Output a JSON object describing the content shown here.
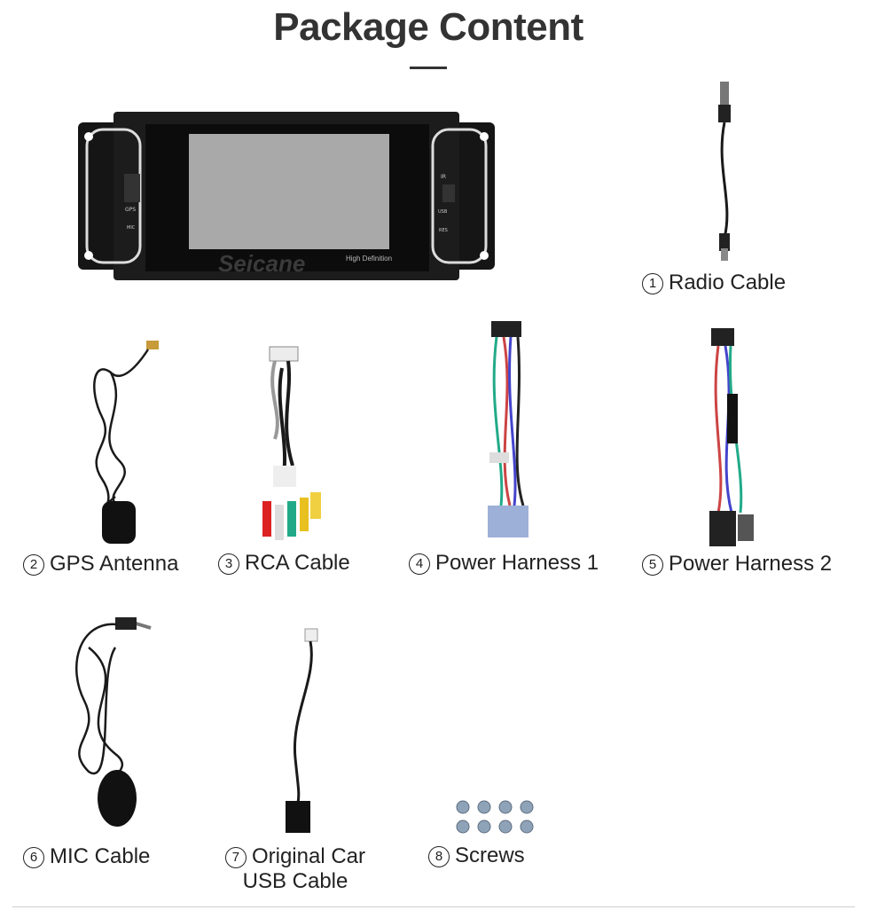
{
  "page": {
    "title": "Package Content"
  },
  "head_unit": {
    "brand": "Seicane",
    "screen_label": "High Definition",
    "buttons": [
      "GPS",
      "MIC",
      "IR",
      "USB",
      "RES"
    ]
  },
  "items": [
    {
      "number": "1",
      "label": "Radio Cable"
    },
    {
      "number": "2",
      "label": "GPS Antenna"
    },
    {
      "number": "3",
      "label": "RCA Cable"
    },
    {
      "number": "4",
      "label": "Power Harness 1"
    },
    {
      "number": "5",
      "label": "Power Harness 2"
    },
    {
      "number": "6",
      "label": "MIC Cable"
    },
    {
      "number": "7",
      "label_line1": "Original Car",
      "label_line2": "USB Cable"
    },
    {
      "number": "8",
      "label": "Screws"
    }
  ],
  "colors": {
    "title": "#333333",
    "cable": "#1a1a1a",
    "unit_body": "#151515"
  }
}
